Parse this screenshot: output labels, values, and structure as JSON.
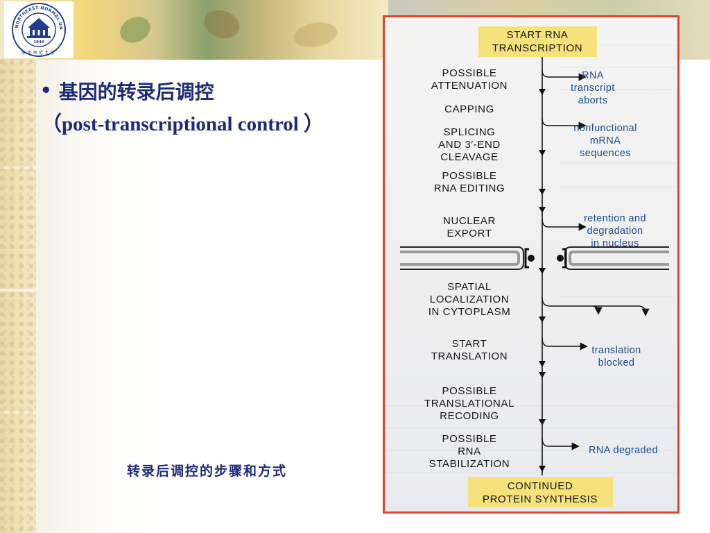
{
  "slide": {
    "logo": {
      "ring_text": "NORTHEAST NORMAL UNIVERSITY",
      "center_text": "1946",
      "footer_text": "东北师范大学"
    },
    "title_bullet": "•",
    "title": "基因的转录后调控",
    "subtitle": "（post-transcriptional control ）",
    "caption": "转录后调控的步骤和方式"
  },
  "diagram": {
    "border_color": "#e2422a",
    "box_color": "#f6e27a",
    "start_box": [
      "START RNA",
      "TRANSCRIPTION"
    ],
    "end_box": [
      "CONTINUED",
      "PROTEIN SYNTHESIS"
    ],
    "steps": [
      {
        "lines": [
          "POSSIBLE",
          "ATTENUATION"
        ]
      },
      {
        "lines": [
          "CAPPING"
        ]
      },
      {
        "lines": [
          "SPLICING",
          "AND 3′-END",
          "CLEAVAGE"
        ]
      },
      {
        "lines": [
          "POSSIBLE",
          "RNA EDITING"
        ]
      },
      {
        "lines": [
          "NUCLEAR",
          "EXPORT"
        ]
      },
      {
        "lines": [
          "SPATIAL",
          "LOCALIZATION",
          "IN CYTOPLASM"
        ]
      },
      {
        "lines": [
          "START",
          "TRANSLATION"
        ]
      },
      {
        "lines": [
          "POSSIBLE",
          "TRANSLATIONAL",
          "RECODING"
        ]
      },
      {
        "lines": [
          "POSSIBLE",
          "RNA",
          "STABILIZATION"
        ]
      }
    ],
    "outcomes": [
      {
        "lines": [
          "RNA",
          "transcript",
          "aborts"
        ]
      },
      {
        "lines": [
          "nonfunctional",
          "mRNA",
          "sequences"
        ]
      },
      {
        "lines": [
          "retention and",
          "degradation",
          "in nucleus"
        ]
      },
      {
        "lines": [
          "translation",
          "blocked"
        ]
      },
      {
        "lines": [
          "RNA degraded"
        ]
      }
    ]
  }
}
